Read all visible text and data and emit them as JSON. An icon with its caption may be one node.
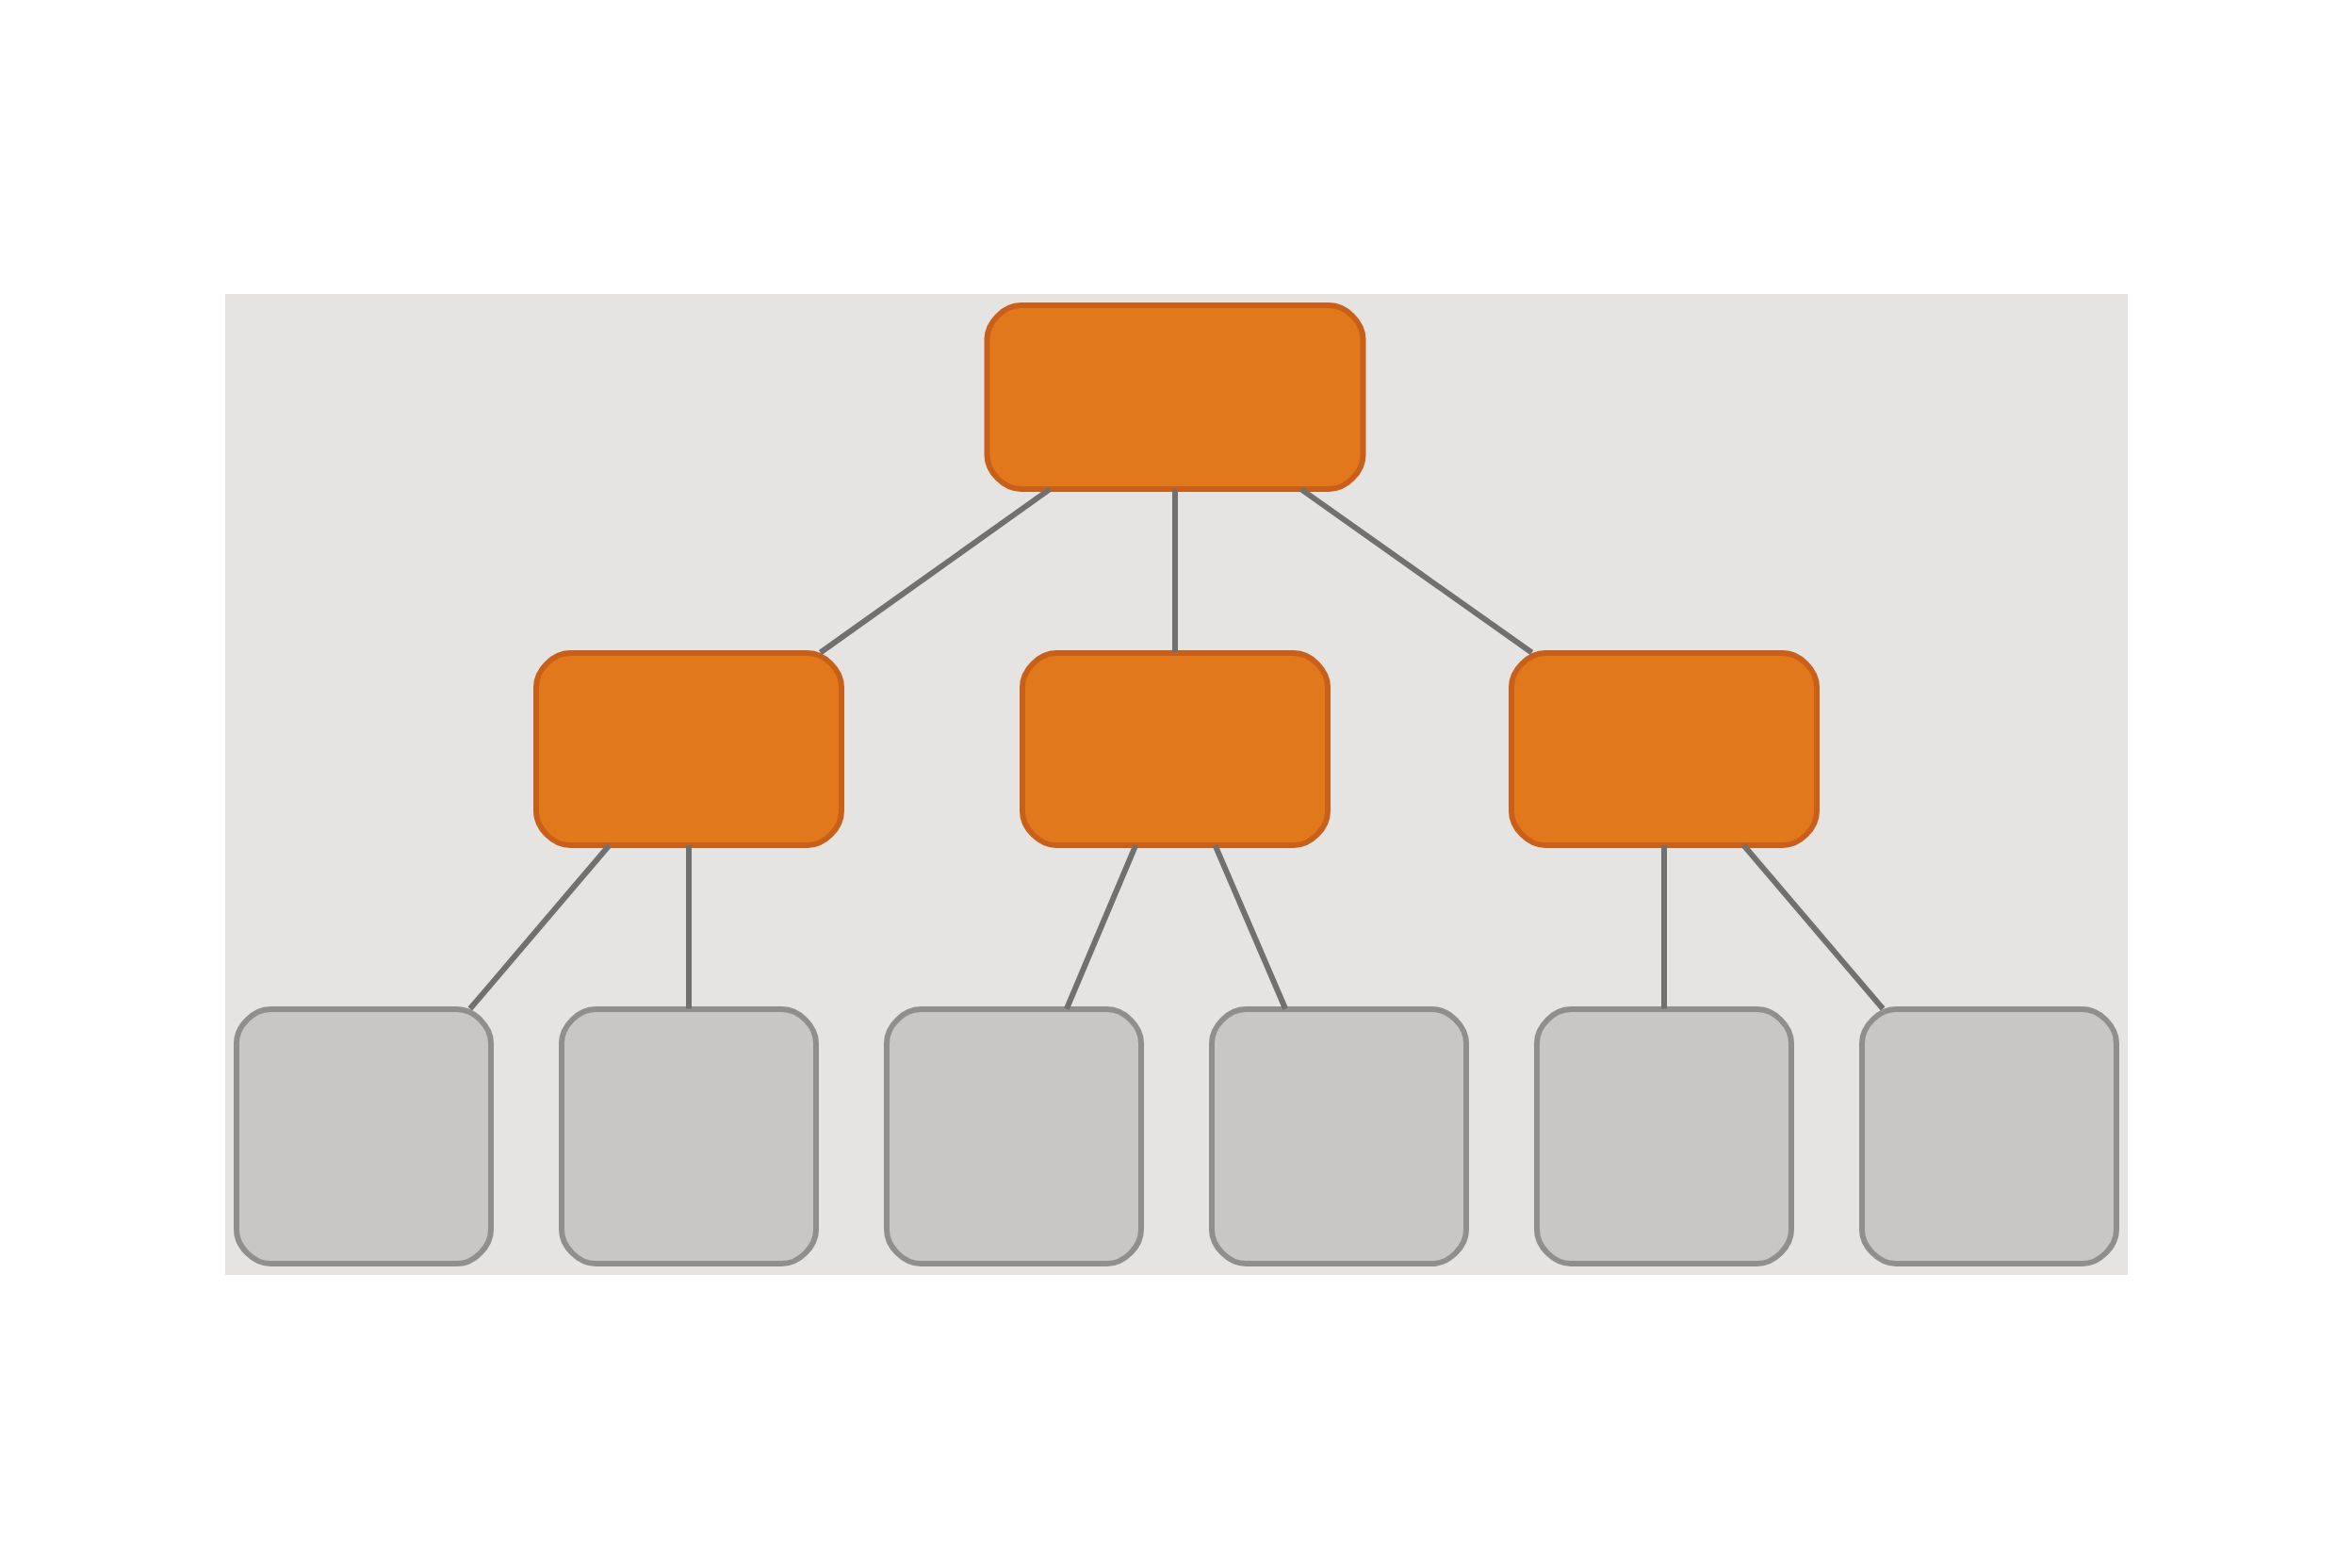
{
  "diagram": {
    "nodes": [
      {
        "text": [],
        "shape": "box"
      },
      {
        "text": [],
        "shape": "box"
      },
      {
        "text": [],
        "shape": "box"
      },
      {
        "text": [],
        "shape": "box"
      },
      {
        "text": [],
        "shape": "box"
      },
      {
        "text": [],
        "shape": "box"
      },
      {
        "text": [],
        "shape": "box"
      },
      {
        "text": [],
        "shape": "box"
      },
      {
        "text": [],
        "shape": "box"
      },
      {
        "text": [],
        "shape": "box"
      }
    ],
    "edges": [
      {
        "from": 0,
        "to": 1,
        "arrow": "none"
      },
      {
        "from": 0,
        "to": 2,
        "arrow": "none"
      },
      {
        "from": 0,
        "to": 3,
        "arrow": "none"
      },
      {
        "from": 1,
        "to": 4,
        "arrow": "none"
      },
      {
        "from": 1,
        "to": 5,
        "arrow": "none"
      },
      {
        "from": 2,
        "to": 6,
        "arrow": "none"
      },
      {
        "from": 2,
        "to": 7,
        "arrow": "none"
      },
      {
        "from": 3,
        "to": 8,
        "arrow": "none"
      },
      {
        "from": 3,
        "to": 9,
        "arrow": "none"
      }
    ]
  }
}
